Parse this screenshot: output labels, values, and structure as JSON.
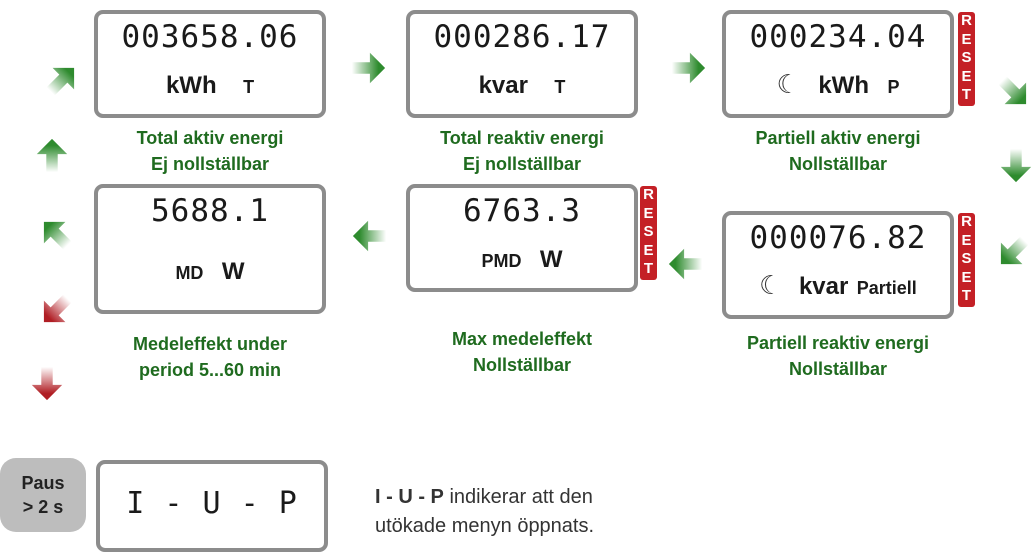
{
  "colors": {
    "arrow_green": "#2e8b2e",
    "arrow_red": "#b01e24",
    "caption_green": "#1f6b1f",
    "reset_red": "#c42026",
    "lcd_border": "#8c8c8c",
    "paus_bg": "#bdbdbd"
  },
  "screens": [
    {
      "digits": "003658.06",
      "moon": "",
      "unit": "kWh",
      "tag": "T",
      "reset": "",
      "caption": [
        "Total aktiv energi",
        "Ej nollställbar"
      ]
    },
    {
      "digits": "000286.17",
      "moon": "",
      "unit": "kvar",
      "tag": "T",
      "reset": "",
      "caption": [
        "Total reaktiv energi",
        "Ej nollställbar"
      ]
    },
    {
      "digits": "000234.04",
      "moon": "☾",
      "unit": "kWh",
      "tag": "P",
      "reset": "RESET",
      "caption": [
        "Partiell aktiv energi",
        "Nollställbar"
      ]
    },
    {
      "digits": "000076.82",
      "moon": "☾",
      "unit": "kvar",
      "tag": "Partiell",
      "reset": "RESET",
      "caption": [
        "Partiell reaktiv energi",
        "Nollställbar"
      ]
    },
    {
      "digits": "6763.3",
      "moon": "",
      "tag": "PMD",
      "unit": "W",
      "reset": "RESET",
      "caption": [
        "Max medeleffekt",
        "Nollställbar"
      ]
    },
    {
      "digits": "5688.1",
      "moon": "",
      "tag": "MD",
      "unit": "W",
      "reset": "",
      "caption": [
        "Medeleffekt under",
        "period 5...60 min"
      ]
    }
  ],
  "extended": {
    "paus": [
      "Paus",
      "> 2 s"
    ],
    "digits": "I - U - P",
    "note_bold": "I - U - P",
    "note_rest_line1": " indikerar att den",
    "note_line2": "utökade menyn öppnats."
  },
  "arrows": [
    {
      "name": "arrow-screen1-to-screen2",
      "dir": "right",
      "color": "green"
    },
    {
      "name": "arrow-screen2-to-screen3",
      "dir": "right",
      "color": "green"
    },
    {
      "name": "arrow-screen3-down-right",
      "dir": "down-right",
      "color": "green"
    },
    {
      "name": "arrow-right-column-down",
      "dir": "down",
      "color": "green"
    },
    {
      "name": "arrow-right-column-down-left",
      "dir": "down-left",
      "color": "green"
    },
    {
      "name": "arrow-screen4-to-screen5",
      "dir": "left",
      "color": "green"
    },
    {
      "name": "arrow-screen5-to-screen6",
      "dir": "left",
      "color": "green"
    },
    {
      "name": "arrow-left-column-up-left",
      "dir": "up-left",
      "color": "green"
    },
    {
      "name": "arrow-left-column-up",
      "dir": "up",
      "color": "green"
    },
    {
      "name": "arrow-left-column-up-right",
      "dir": "up-right",
      "color": "green"
    },
    {
      "name": "arrow-to-extended-down-left",
      "dir": "down-left",
      "color": "red"
    },
    {
      "name": "arrow-to-extended-down",
      "dir": "down",
      "color": "red"
    }
  ]
}
